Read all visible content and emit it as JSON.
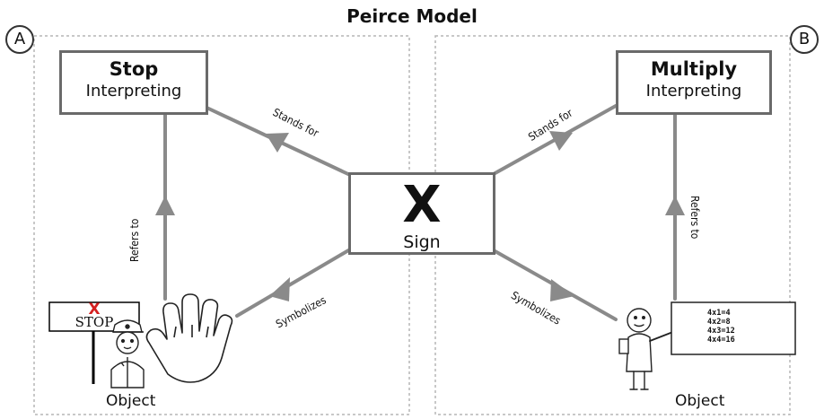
{
  "title": "Peirce Model",
  "panels": {
    "a": {
      "badge": "A",
      "interpretant_title": "Stop",
      "interpretant_sub": "Interpreting",
      "object_caption": "Object",
      "stop_sign_mark": "X",
      "stop_sign_text": "STOP",
      "edge_stands_for": "Stands for",
      "edge_refers_to": "Refers to",
      "edge_symbolizes": "Symbolizes"
    },
    "b": {
      "badge": "B",
      "interpretant_title": "Multiply",
      "interpretant_sub": "Interpreting",
      "object_caption": "Object",
      "edge_stands_for": "Stands for",
      "edge_refers_to": "Refers to",
      "edge_symbolizes": "Symbolizes",
      "board_lines": [
        "4x1=4",
        "4x2=8",
        "4x3=12",
        "4x4=16"
      ]
    }
  },
  "sign": {
    "symbol": "X",
    "label": "Sign"
  },
  "colors": {
    "connector": "#8a8a8a",
    "box_border": "#6a6a6a",
    "stop_mark": "#d42020",
    "dashed_border": "#b5b5b5"
  },
  "icons": [
    "stop-sign-icon",
    "hand-stop-icon",
    "police-officer-icon",
    "teacher-icon",
    "blackboard-icon"
  ]
}
